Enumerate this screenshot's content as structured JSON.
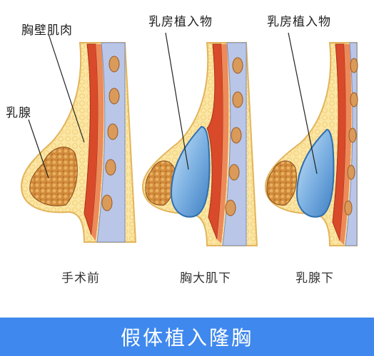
{
  "labels": {
    "chest_wall_muscle": "胸壁肌肉",
    "mammary_gland": "乳腺",
    "implant_1": "乳房植入物",
    "implant_2": "乳房植入物"
  },
  "captions": {
    "before": "手术前",
    "submuscular": "胸大肌下",
    "subglandular": "乳腺下"
  },
  "banner": {
    "title": "假体植入隆胸"
  },
  "colors": {
    "banner": "#3f88ee",
    "skin": "#f7d98a",
    "fat": "#fbe39a",
    "muscle": "#d84a2a",
    "muscle_light": "#ec8a5a",
    "gland": "#c8762a",
    "implant": "#7fb3e3",
    "implant_edge": "#2f6fb0",
    "rib": "#d99a5a",
    "wall": "#b9c6e8"
  }
}
